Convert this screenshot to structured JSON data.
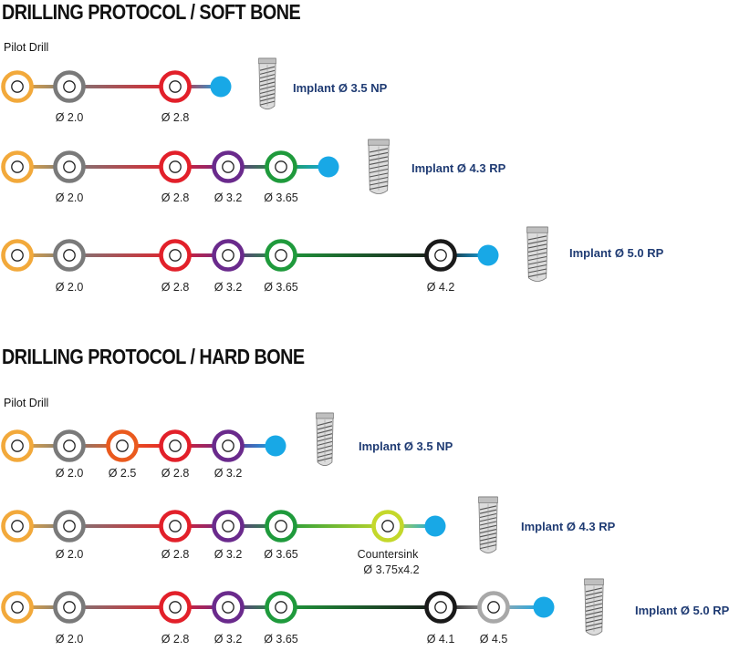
{
  "colors": {
    "pilot": "#f2a93b",
    "d2.0": "#7a7a7a",
    "d2.5": "#ea5a1e",
    "d2.8": "#e2202a",
    "d3.2": "#6a2a8c",
    "d3.65": "#1f9a3c",
    "d3.75x4.2": "#c4d82b",
    "d4.1": "#1a1a1a",
    "d4.2": "#1a1a1a",
    "d4.5": "#a8a8a8",
    "end": "#18a8e6",
    "implant_label": "#1f3b73"
  },
  "sections": [
    {
      "title": "DRILLING PROTOCOL / SOFT BONE",
      "pilot_label": "Pilot Drill",
      "rows": [
        {
          "implant": "Implant Ø 3.5 NP",
          "drills": [
            {
              "key": "pilot",
              "label": ""
            },
            {
              "key": "d2.0",
              "label": "Ø 2.0"
            },
            {
              "key": "d2.8",
              "label": "Ø 2.8"
            }
          ]
        },
        {
          "implant": "Implant Ø 4.3 RP",
          "drills": [
            {
              "key": "pilot",
              "label": ""
            },
            {
              "key": "d2.0",
              "label": "Ø 2.0"
            },
            {
              "key": "d2.8",
              "label": "Ø 2.8"
            },
            {
              "key": "d3.2",
              "label": "Ø 3.2"
            },
            {
              "key": "d3.65",
              "label": "Ø 3.65"
            }
          ]
        },
        {
          "implant": "Implant Ø 5.0 RP",
          "drills": [
            {
              "key": "pilot",
              "label": ""
            },
            {
              "key": "d2.0",
              "label": "Ø 2.0"
            },
            {
              "key": "d2.8",
              "label": "Ø 2.8"
            },
            {
              "key": "d3.2",
              "label": "Ø 3.2"
            },
            {
              "key": "d3.65",
              "label": "Ø 3.65"
            },
            {
              "key": "d4.2",
              "label": "Ø 4.2"
            }
          ]
        }
      ]
    },
    {
      "title": "DRILLING PROTOCOL / HARD BONE",
      "pilot_label": "Pilot Drill",
      "rows": [
        {
          "implant": "Implant Ø 3.5 NP",
          "drills": [
            {
              "key": "pilot",
              "label": ""
            },
            {
              "key": "d2.0",
              "label": "Ø 2.0"
            },
            {
              "key": "d2.5",
              "label": "Ø 2.5"
            },
            {
              "key": "d2.8",
              "label": "Ø 2.8"
            },
            {
              "key": "d3.2",
              "label": "Ø 3.2"
            }
          ]
        },
        {
          "implant": "Implant Ø 4.3 RP",
          "drills": [
            {
              "key": "pilot",
              "label": ""
            },
            {
              "key": "d2.0",
              "label": "Ø 2.0"
            },
            {
              "key": "d2.8",
              "label": "Ø 2.8"
            },
            {
              "key": "d3.2",
              "label": "Ø 3.2"
            },
            {
              "key": "d3.65",
              "label": "Ø 3.65"
            },
            {
              "key": "d3.75x4.2",
              "label": "Countersink",
              "label2": "Ø 3.75x4.2"
            }
          ]
        },
        {
          "implant": "Implant Ø 5.0 RP",
          "drills": [
            {
              "key": "pilot",
              "label": ""
            },
            {
              "key": "d2.0",
              "label": "Ø 2.0"
            },
            {
              "key": "d2.8",
              "label": "Ø 2.8"
            },
            {
              "key": "d3.2",
              "label": "Ø 3.2"
            },
            {
              "key": "d3.65",
              "label": "Ø 3.65"
            },
            {
              "key": "d4.1",
              "label": "Ø 4.1"
            },
            {
              "key": "d4.5",
              "label": "Ø 4.5"
            }
          ]
        }
      ]
    }
  ]
}
